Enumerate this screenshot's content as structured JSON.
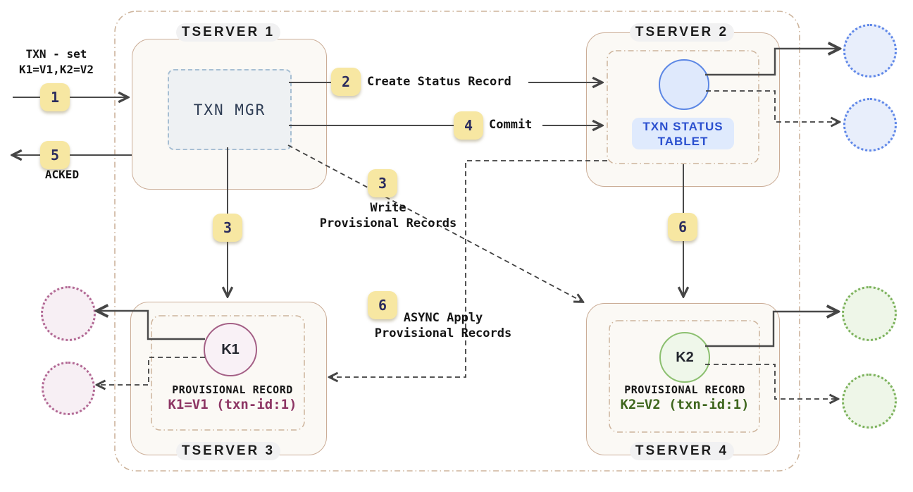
{
  "client": {
    "txn_label_line1": "TXN - set",
    "txn_label_line2": "K1=V1,K2=V2",
    "ack_label": "ACKED"
  },
  "badges": {
    "step1": "1",
    "step2": "2",
    "step3": "3",
    "step4": "4",
    "step5": "5",
    "step6": "6"
  },
  "labels": {
    "create_status_record": "Create Status Record",
    "commit": "Commit",
    "write_provisional_line1": "Write",
    "write_provisional_line2": "Provisional Records",
    "async_apply_line1": "ASYNC Apply",
    "async_apply_line2": "Provisional Records"
  },
  "tserver1": {
    "title": "TSERVER 1",
    "txn_mgr_label": "TXN MGR"
  },
  "tserver2": {
    "title": "TSERVER 2",
    "status_tablet_line1": "TXN STATUS",
    "status_tablet_line2": "TABLET"
  },
  "tserver3": {
    "title": "TSERVER 3",
    "tablet_key": "K1",
    "record_heading": "PROVISIONAL RECORD",
    "record_value": "K1=V1 (txn-id:1)"
  },
  "tserver4": {
    "title": "TSERVER 4",
    "tablet_key": "K2",
    "record_heading": "PROVISIONAL RECORD",
    "record_value": "K2=V2 (txn-id:1)"
  },
  "colors": {
    "badge_bg": "#f7e7a2",
    "badge_text": "#2b2c5e",
    "tserver_border": "#cbad97",
    "dash_dot_tan": "#cdb49c",
    "status_circle_blue": "#5c87e5",
    "tablet_text_blue": "#2b50cf",
    "k1_maroon": "#8d3564",
    "k2_green": "#3e661d",
    "arrow_gray": "#4a4a4a"
  }
}
